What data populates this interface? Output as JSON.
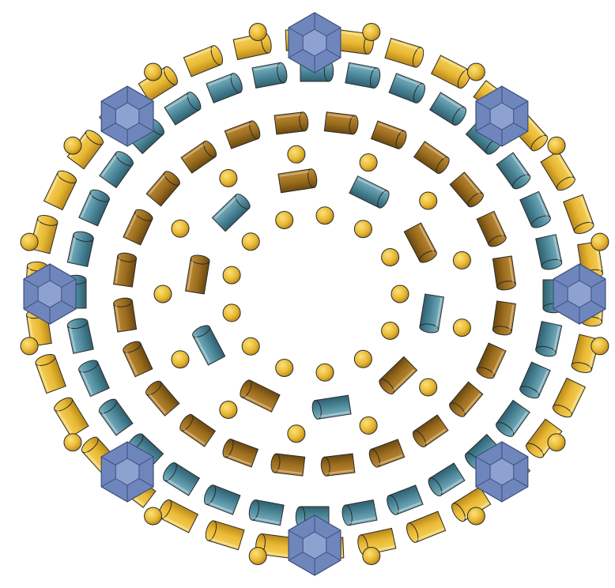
{
  "figure": {
    "type": "concentric-ring-assembly",
    "background": "#ffffff",
    "rings": [
      {
        "name": "outer-yellow",
        "shape": "cylinder",
        "color": "#e8b834"
      },
      {
        "name": "outer-teal",
        "shape": "cylinder",
        "color": "#4b8799"
      },
      {
        "name": "middle-brown",
        "shape": "cylinder",
        "color": "#9a6c1e"
      },
      {
        "name": "inner-teal",
        "shape": "cylinder",
        "color": "#4b8799"
      },
      {
        "name": "inner-yellow-spheres",
        "shape": "sphere",
        "color": "#e8b834"
      }
    ],
    "polyhedra": {
      "shape": "icosahedron",
      "color": "#6f86bd",
      "count": 8
    }
  }
}
